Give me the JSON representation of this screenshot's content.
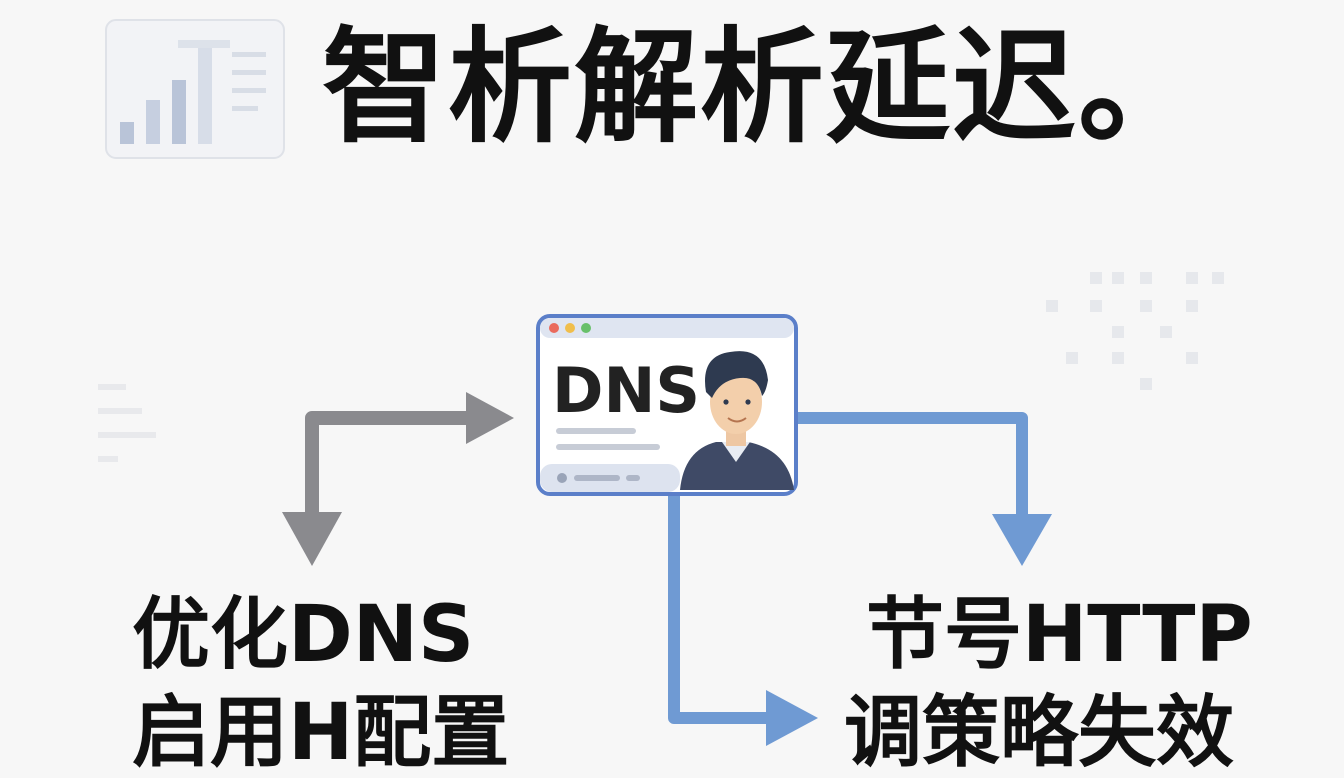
{
  "title": "智析解析延迟。",
  "card": {
    "label": "DNS"
  },
  "left_branch": {
    "line1": "优化DNS",
    "line2": "启用H配置"
  },
  "right_branch": {
    "line1": "节号HTTP",
    "line2": "调策略失效"
  },
  "colors": {
    "gray_arrow": "#8a8a8e",
    "blue_arrow": "#6f9ad3",
    "card_border": "#5b7fc9"
  }
}
